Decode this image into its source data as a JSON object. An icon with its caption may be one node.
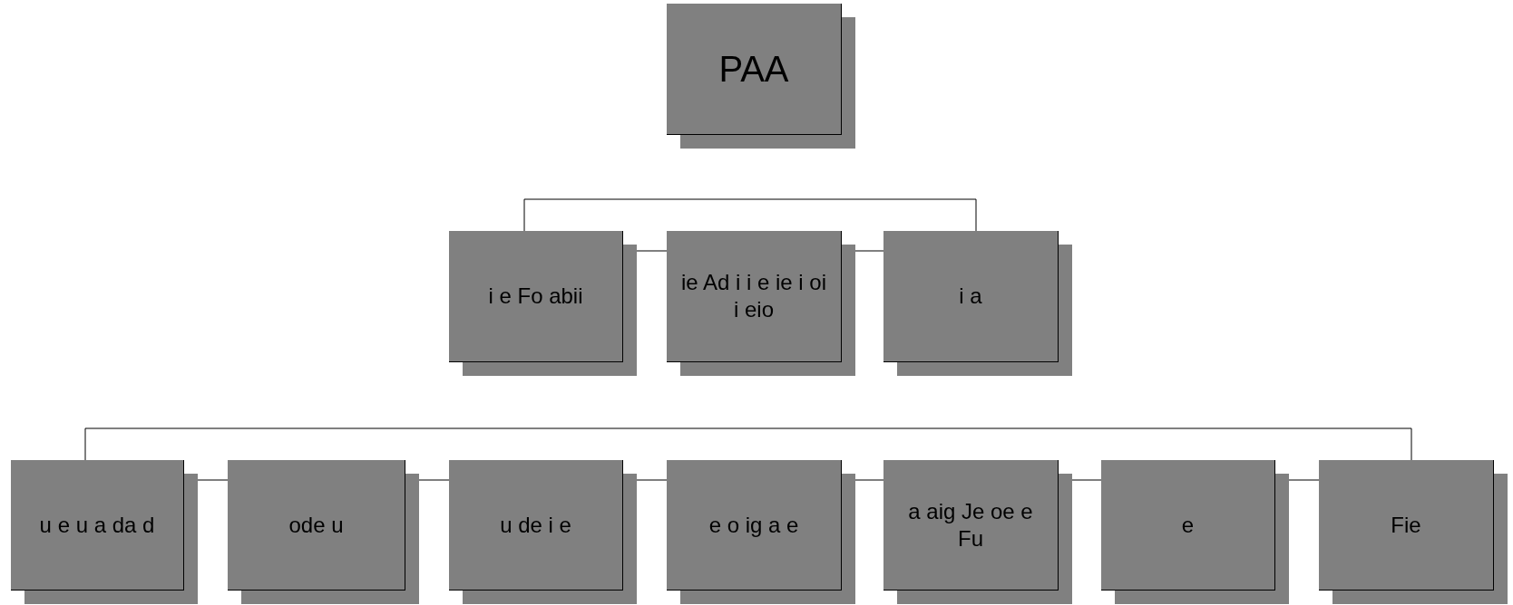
{
  "diagram": {
    "nodes": [
      {
        "text": [
          "PAA"
        ]
      },
      {
        "text": [
          "i e Fo abii"
        ]
      },
      {
        "text": [
          "ie Ad i i e ie i oi i eio"
        ]
      },
      {
        "text": [
          "i a"
        ]
      },
      {
        "text": [
          "u e u a da d"
        ]
      },
      {
        "text": [
          "ode u"
        ]
      },
      {
        "text": [
          "u de i e"
        ]
      },
      {
        "text": [
          "e o ig a e"
        ]
      },
      {
        "text": [
          "a aig Je oe e Fu"
        ]
      },
      {
        "text": [
          "e"
        ]
      },
      {
        "text": [
          "Fie"
        ]
      }
    ],
    "edges": [
      {
        "from": 1,
        "to": 3,
        "arrow": "none"
      },
      {
        "from": 1,
        "to": 2,
        "arrow": "none"
      },
      {
        "from": 2,
        "to": 3,
        "arrow": "none"
      },
      {
        "from": 4,
        "to": 10,
        "arrow": "none"
      },
      {
        "from": 4,
        "to": 5,
        "arrow": "none"
      },
      {
        "from": 5,
        "to": 6,
        "arrow": "none"
      },
      {
        "from": 6,
        "to": 7,
        "arrow": "none"
      },
      {
        "from": 7,
        "to": 8,
        "arrow": "none"
      },
      {
        "from": 8,
        "to": 9,
        "arrow": "none"
      },
      {
        "from": 9,
        "to": 10,
        "arrow": "none"
      }
    ]
  }
}
